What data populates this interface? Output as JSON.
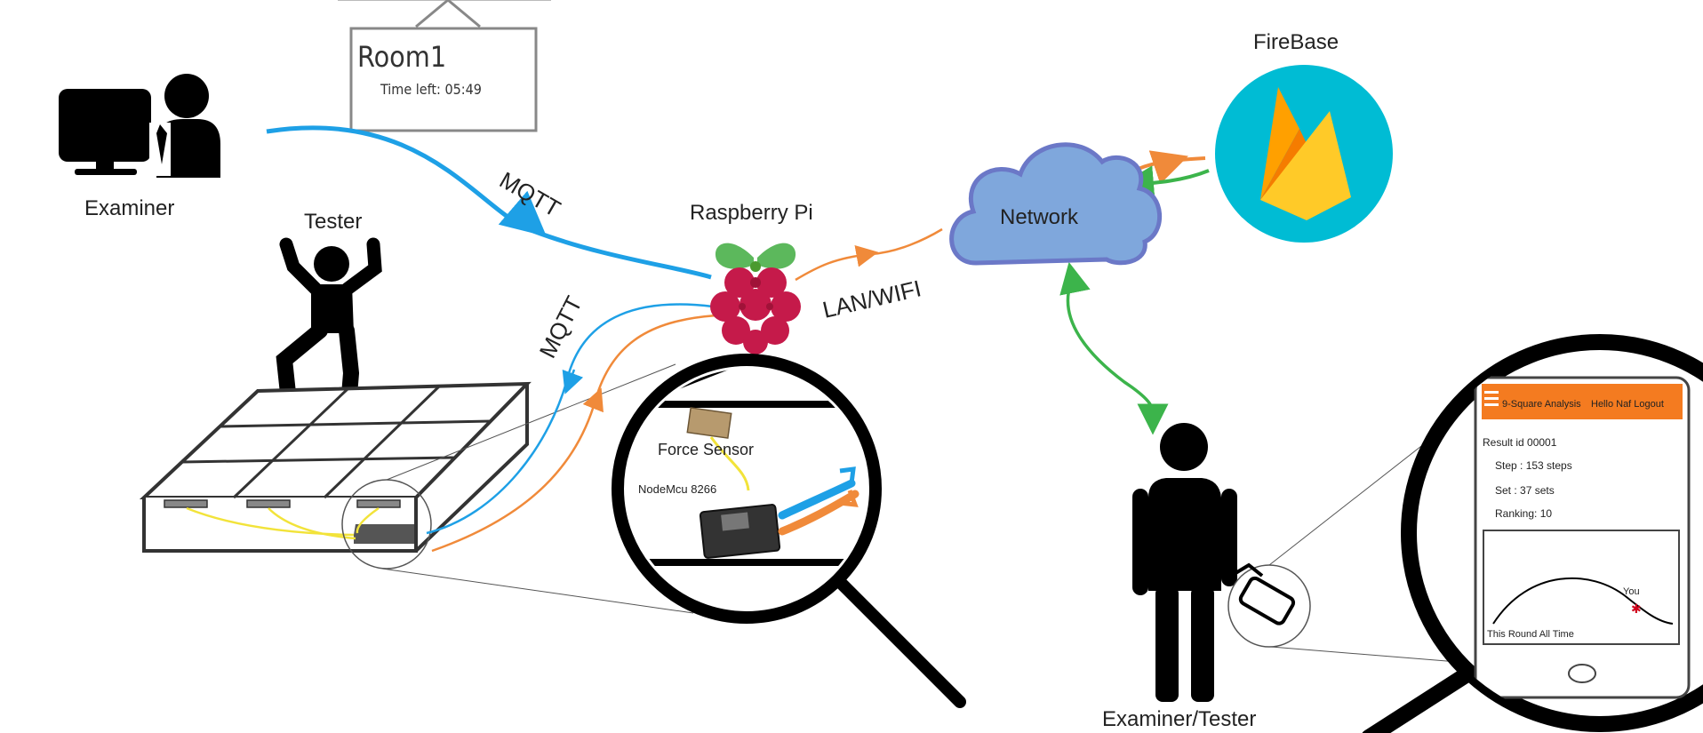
{
  "sign": {
    "room": "Room1",
    "time_left": "Time left: 05:49"
  },
  "labels": {
    "examiner": "Examiner",
    "tester": "Tester",
    "raspberry_pi": "Raspberry Pi",
    "network": "Network",
    "firebase": "FireBase",
    "examiner_tester": "Examiner/Tester",
    "mqtt_top": "MQTT",
    "mqtt_side": "MQTT",
    "lan_wifi": "LAN/WIFI",
    "force_sensor": "Force Sensor",
    "nodemcu": "NodeMcu 8266"
  },
  "phone_app": {
    "header_title": "9-Square Analysis",
    "header_user": "Hello Naf Logout",
    "result_id": "Result id 00001",
    "step": "Step : 153 steps",
    "set": "Set : 37 sets",
    "ranking": "Ranking: 10",
    "chart_marker": "You",
    "chart_tabs": "This Round All Time"
  },
  "colors": {
    "mqtt_blue": "#1ea0e6",
    "link_orange": "#f08a3a",
    "firebase_green": "#3cb44b",
    "cloud_fill": "#7fa7dc",
    "firebase_bg": "#00bcd4",
    "sensor_wire": "#f2e33a",
    "phone_header": "#f47b20"
  },
  "icons": [
    "examiner-computer-icon",
    "tester-person-icon",
    "raspberry-pi-icon",
    "network-cloud-icon",
    "firebase-flame-icon",
    "examiner-tester-person-icon",
    "hand-phone-icon",
    "magnifier-icon"
  ]
}
